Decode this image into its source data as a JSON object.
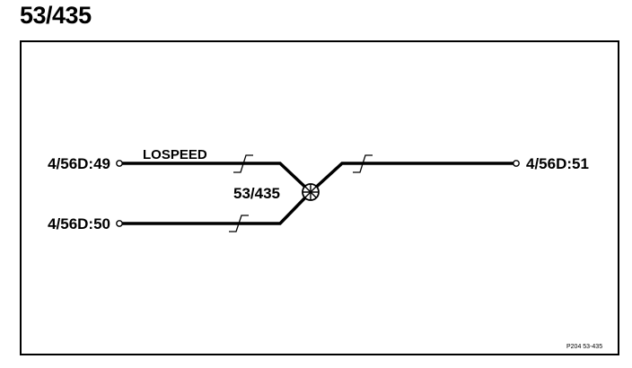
{
  "diagram": {
    "title": "53/435",
    "connectors": {
      "left_top": "4/56D:49",
      "left_bottom": "4/56D:50",
      "right": "4/56D:51"
    },
    "wire_label": "LOSPEED",
    "splice_label": "53/435",
    "reference": "P204 53-435"
  }
}
